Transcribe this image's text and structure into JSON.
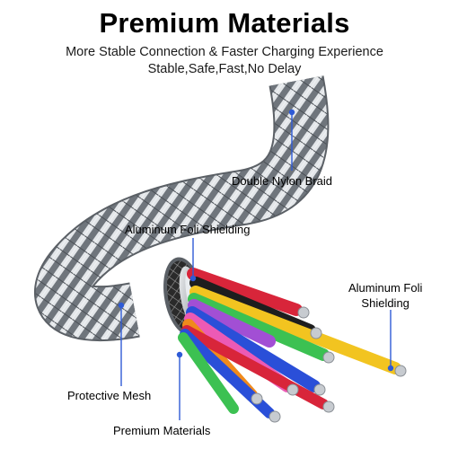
{
  "header": {
    "title": "Premium Materials",
    "subtitle_line1": "More Stable Connection & Faster Charging Experience",
    "subtitle_line2": "Stable,Safe,Fast,No Delay"
  },
  "callouts": {
    "braid": "Double Nylon Braid",
    "foil_shield_left": "Aluminum Foli Shielding",
    "foil_shield_right_line1": "Aluminum Foli",
    "foil_shield_right_line2": "Shielding",
    "protective_mesh": "Protective Mesh",
    "premium_materials": "Premium Materials"
  },
  "colors": {
    "callout_line": "#2f5bd6",
    "braid_light": "#d9dce0",
    "braid_dark": "#7d838a",
    "wire_red": "#d8253a",
    "wire_black": "#1e1e1e",
    "wire_yellow": "#f2c420",
    "wire_green": "#3cc152",
    "wire_purple": "#a24fd4",
    "wire_blue": "#2a4fd8",
    "wire_pink": "#ec5ab5",
    "wire_orange": "#f08a1c"
  }
}
